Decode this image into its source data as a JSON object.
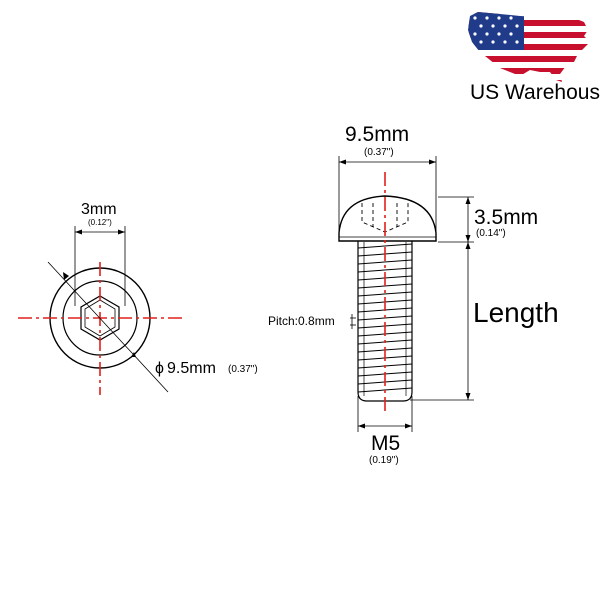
{
  "badge": {
    "text": "US Warehouse",
    "flag_icon": "usa-map-flag-icon"
  },
  "head_view": {
    "socket_width": "3mm",
    "socket_width_in": "(0.12\")",
    "diameter_symbol": "ϕ",
    "diameter": "9.5mm",
    "diameter_in": "(0.37\")"
  },
  "side_view": {
    "head_width": "9.5mm",
    "head_width_in": "(0.37\")",
    "head_height": "3.5mm",
    "head_height_in": "(0.14\")",
    "length_label": "Length",
    "pitch": "Pitch:0.8mm",
    "thread": "M5",
    "thread_in": "(0.19\")"
  },
  "colors": {
    "centerline": "#e0201b",
    "outline": "#000000",
    "flag_red": "#c8102e",
    "flag_blue": "#1f3b8a"
  }
}
